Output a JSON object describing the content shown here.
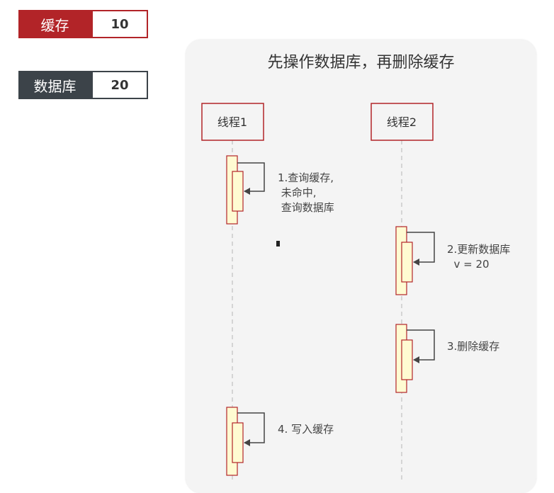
{
  "legend": {
    "cache": {
      "label": "缓存",
      "value": "10"
    },
    "database": {
      "label": "数据库",
      "value": "20"
    }
  },
  "diagram": {
    "title": "先操作数据库，再删除缓存",
    "participants": [
      "线程1",
      "线程2"
    ],
    "steps": [
      {
        "text": "1.查询缓存,\n 未命中,\n 查询数据库",
        "participant": "线程1"
      },
      {
        "text": "2.更新数据库\n  v = 20",
        "participant": "线程2"
      },
      {
        "text": "3.删除缓存",
        "participant": "线程2"
      },
      {
        "text": "4. 写入缓存",
        "participant": "线程1"
      }
    ]
  },
  "colors": {
    "cache": "#b22428",
    "database": "#3c4349",
    "participant_border": "#b22428",
    "activation_fill": "#fffbd2",
    "lifeline": "#c0c0c0",
    "panel": "#f4f4f4"
  }
}
